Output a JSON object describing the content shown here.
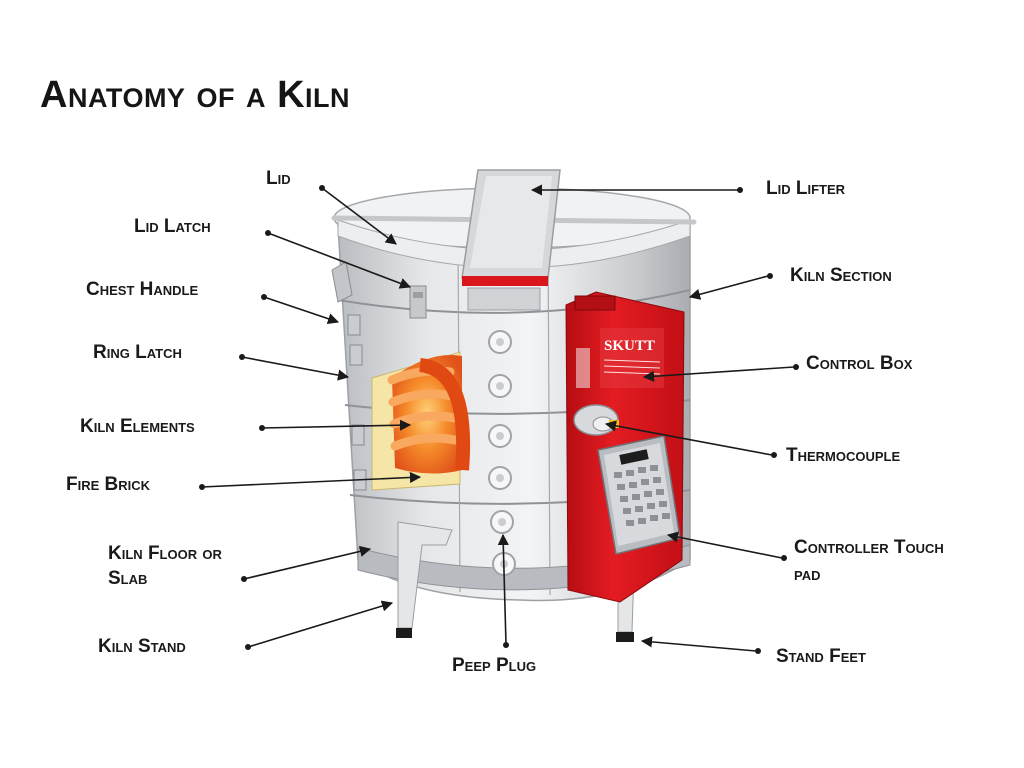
{
  "title": "Anatomy of a Kiln",
  "labels": {
    "lid": "Lid",
    "lid_lifter": "Lid Lifter",
    "lid_latch": "Lid Latch",
    "kiln_section": "Kiln Section",
    "chest_handle": "Chest Handle",
    "ring_latch": "Ring Latch",
    "control_box": "Control Box",
    "kiln_elements": "Kiln Elements",
    "thermocouple": "Thermocouple",
    "fire_brick": "Fire Brick",
    "kiln_floor_line1": "Kiln Floor or",
    "kiln_floor_line2": "Slab",
    "controller_touch_pad_line1": "Controller Touch",
    "controller_touch_pad_line2": "pad",
    "kiln_stand": "Kiln Stand",
    "peep_plug": "Peep Plug",
    "stand_feet": "Stand Feet"
  },
  "brand_logo": "SKUTT",
  "colors": {
    "kiln_body": "#d4d6d8",
    "control_box": "#d8161c",
    "element_glow": "#f26a1b",
    "fire_brick": "#f5e6a8",
    "text": "#1a1a1a"
  }
}
